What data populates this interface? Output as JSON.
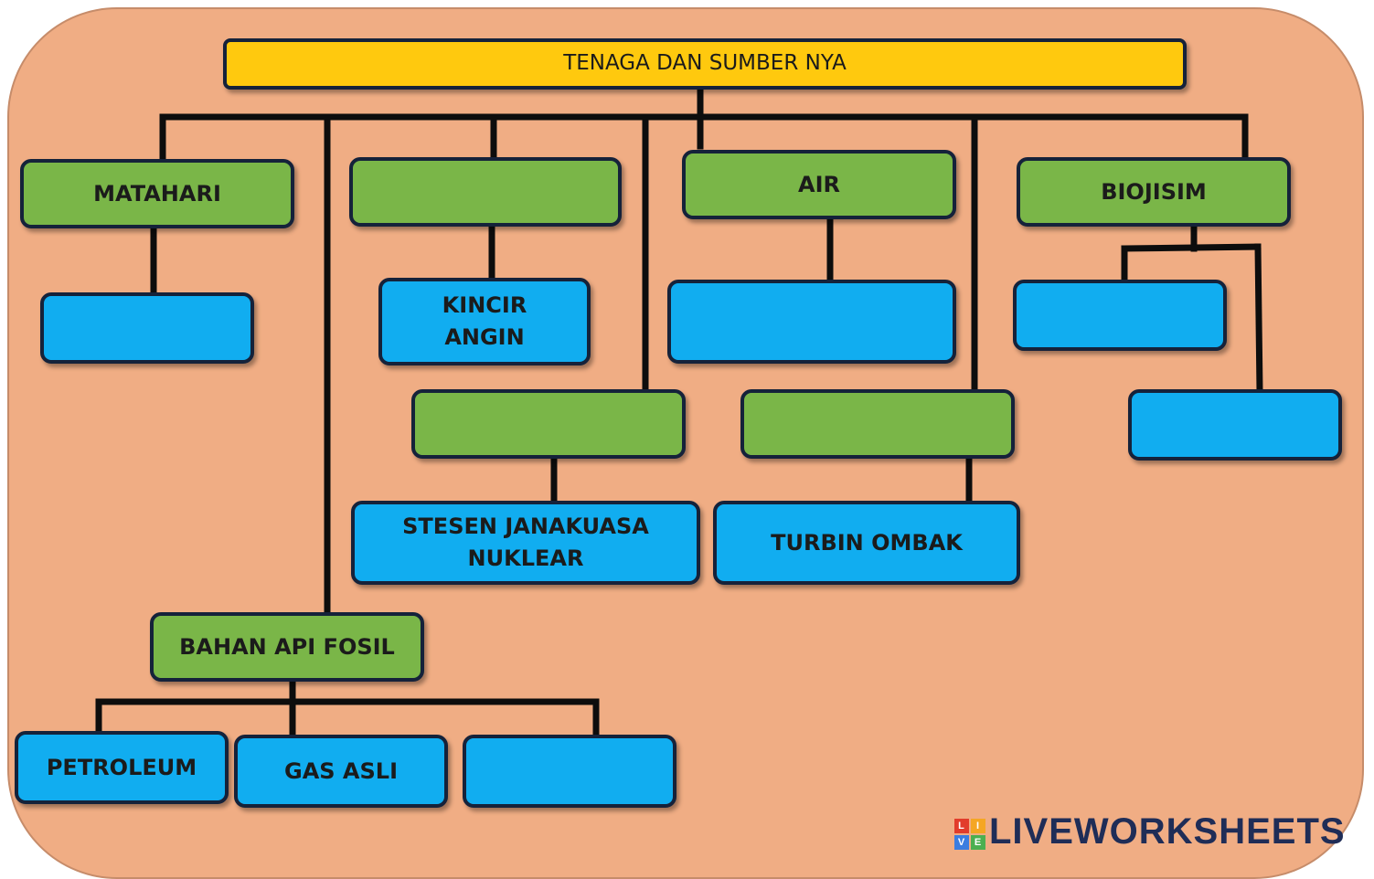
{
  "title": "TENAGA DAN SUMBER NYA",
  "sources": {
    "matahari": "MATAHARI",
    "angin": "",
    "air": "AIR",
    "biojisim": "BIOJISIM",
    "nuklear": "",
    "ombak": "",
    "fosil": "BAHAN API FOSIL"
  },
  "uses": {
    "matahari_use": "",
    "kincir_line1": "KINCIR",
    "kincir_line2": "ANGIN",
    "air_use": "",
    "biojisim_use_1": "",
    "biojisim_use_2": "",
    "stesen_line1": "STESEN JANAKUASA",
    "stesen_line2": "NUKLEAR",
    "turbin": "TURBIN OMBAK",
    "petroleum": "PETROLEUM",
    "gas_asli": "GAS ASLI",
    "fosil_use_3": ""
  },
  "watermark": {
    "text": "LIVEWORKSHEETS",
    "logo_letters": [
      "L",
      "I",
      "V",
      "E"
    ],
    "logo_colors": [
      "#e23c2b",
      "#f5a623",
      "#3b7de0",
      "#4caf50"
    ]
  }
}
